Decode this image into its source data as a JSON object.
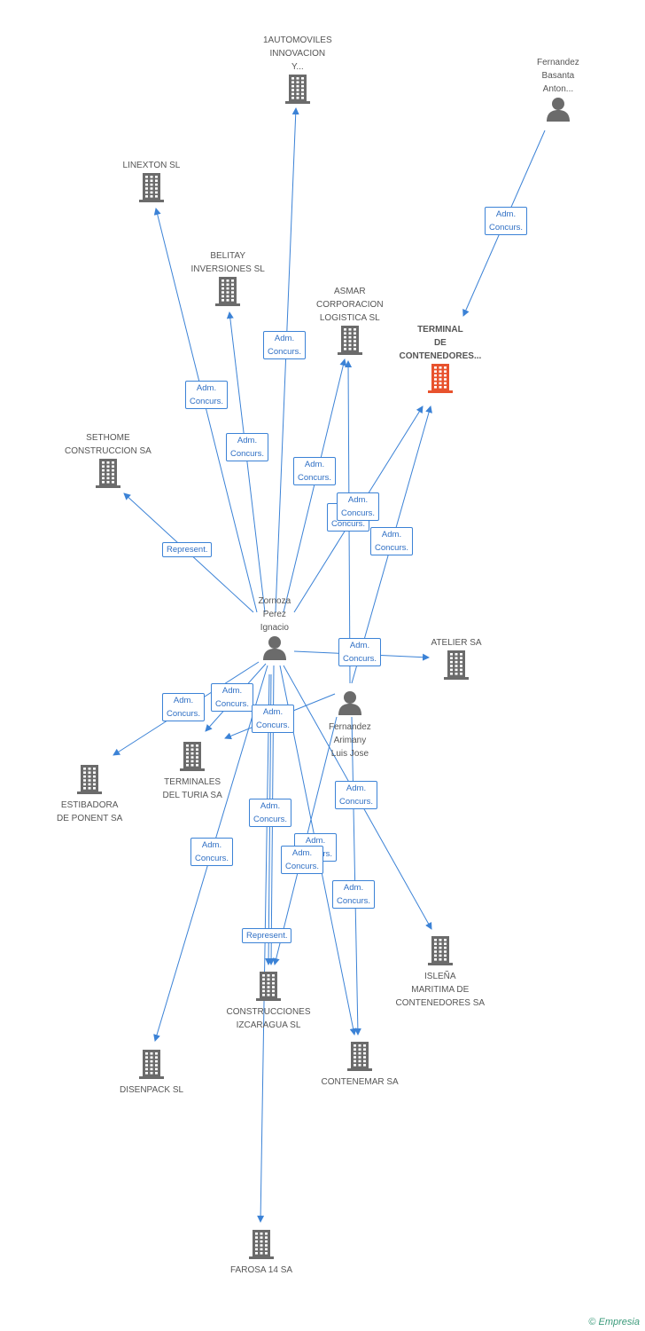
{
  "nodes": [
    {
      "id": "automoviles",
      "type": "company",
      "label": "1AUTOMOVILES\nINNOVACION\nY..."
    },
    {
      "id": "fernandez_basanta",
      "type": "person",
      "label": "Fernandez\nBasanta\nAnton..."
    },
    {
      "id": "linexton",
      "type": "company",
      "label": "LINEXTON SL"
    },
    {
      "id": "belitay",
      "type": "company",
      "label": "BELITAY\nINVERSIONES SL"
    },
    {
      "id": "asmar",
      "type": "company",
      "label": "ASMAR\nCORPORACION\nLOGISTICA SL"
    },
    {
      "id": "terminal",
      "type": "company",
      "focus": true,
      "label": "TERMINAL\nDE\nCONTENEDORES..."
    },
    {
      "id": "sethome",
      "type": "company",
      "label": "SETHOME\nCONSTRUCCION SA"
    },
    {
      "id": "zornoza",
      "type": "person",
      "label": "Zornoza\nPerez\nIgnacio"
    },
    {
      "id": "atelier",
      "type": "company",
      "label": "ATELIER SA"
    },
    {
      "id": "fernandez_arimany",
      "type": "person",
      "label": "Fernandez\nArimany\nLuis Jose"
    },
    {
      "id": "estibadora",
      "type": "company",
      "label": "ESTIBADORA\nDE PONENT SA"
    },
    {
      "id": "terminales_turia",
      "type": "company",
      "label": "TERMINALES\nDEL TURIA SA"
    },
    {
      "id": "islena",
      "type": "company",
      "label": "ISLEÑA\nMARITIMA DE\nCONTENEDORES SA"
    },
    {
      "id": "construcciones",
      "type": "company",
      "label": "CONSTRUCCIONES\nIZCARAGUA SL"
    },
    {
      "id": "contenemar",
      "type": "company",
      "label": "CONTENEMAR SA"
    },
    {
      "id": "disenpack",
      "type": "company",
      "label": "DISENPACK SL"
    },
    {
      "id": "farosa",
      "type": "company",
      "label": "FAROSA 14 SA"
    }
  ],
  "edges": [
    {
      "from": "fernandez_basanta",
      "to": "terminal",
      "label": "Adm.\nConcurs."
    },
    {
      "from": "zornoza",
      "to": "automoviles",
      "label": "Adm.\nConcurs."
    },
    {
      "from": "zornoza",
      "to": "linexton",
      "label": "Adm.\nConcurs."
    },
    {
      "from": "zornoza",
      "to": "belitay",
      "label": "Adm.\nConcurs."
    },
    {
      "from": "zornoza",
      "to": "asmar",
      "label": "Adm.\nConcurs."
    },
    {
      "from": "zornoza",
      "to": "terminal",
      "label": "Adm.\nConcurs."
    },
    {
      "from": "fernandez_arimany",
      "to": "asmar",
      "label": "Adm.\nConcurs."
    },
    {
      "from": "fernandez_arimany",
      "to": "terminal",
      "label": "Adm.\nConcurs."
    },
    {
      "from": "zornoza",
      "to": "sethome",
      "label": "Represent."
    },
    {
      "from": "zornoza",
      "to": "atelier",
      "label": "Adm.\nConcurs."
    },
    {
      "from": "zornoza",
      "to": "estibadora",
      "label": "Adm.\nConcurs."
    },
    {
      "from": "zornoza",
      "to": "terminales_turia",
      "label": "Adm.\nConcurs."
    },
    {
      "from": "fernandez_arimany",
      "to": "terminales_turia",
      "label": "Adm.\nConcurs."
    },
    {
      "from": "zornoza",
      "to": "islena",
      "label": "Adm.\nConcurs."
    },
    {
      "from": "zornoza",
      "to": "construcciones",
      "label": "Adm.\nConcurs."
    },
    {
      "from": "zornoza",
      "to": "disenpack",
      "label": "Adm.\nConcurs."
    },
    {
      "from": "zornoza",
      "to": "contenemar",
      "label": "Adm.\nConcurs."
    },
    {
      "from": "fernandez_arimany",
      "to": "construcciones",
      "label": "Adm.\nConcurs."
    },
    {
      "from": "fernandez_arimany",
      "to": "contenemar",
      "label": "Adm.\nConcurs."
    },
    {
      "from": "zornoza",
      "to": "construcciones",
      "label": "Represent."
    },
    {
      "from": "zornoza",
      "to": "farosa",
      "label": ""
    }
  ],
  "colors": {
    "edge": "#3b82d6",
    "node_icon": "#6b6b6b",
    "focus_icon": "#e8522d"
  },
  "footer": {
    "copyright": "©",
    "brand": "Empresia"
  }
}
